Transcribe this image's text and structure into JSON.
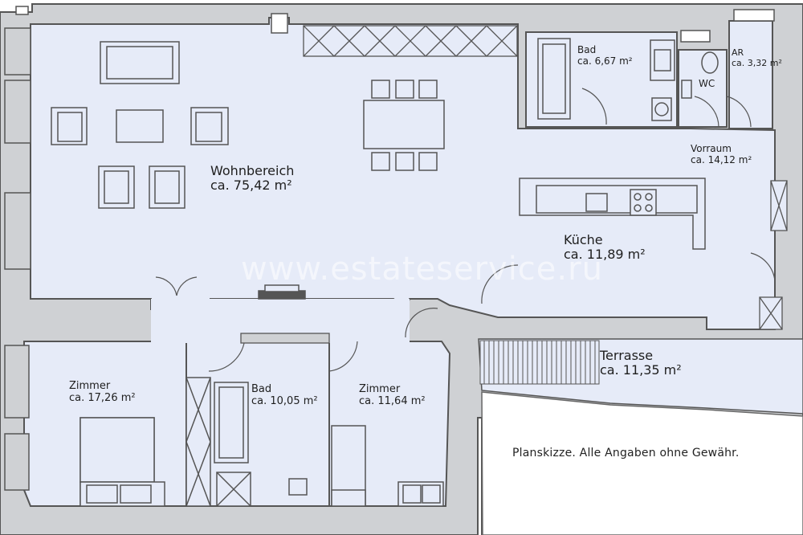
{
  "rooms": [
    {
      "key": "wohnbereich",
      "name": "Wohnbereich",
      "area": "ca. 75,42 m²"
    },
    {
      "key": "kueche",
      "name": "Küche",
      "area": "ca. 11,89 m²"
    },
    {
      "key": "bad_top",
      "name": "Bad",
      "area": "ca. 6,67 m²"
    },
    {
      "key": "wc",
      "name": "WC",
      "area": ""
    },
    {
      "key": "ar",
      "name": "AR",
      "area": "ca. 3,32 m²"
    },
    {
      "key": "vorraum",
      "name": "Vorraum",
      "area": "ca. 14,12 m²"
    },
    {
      "key": "zimmer_left",
      "name": "Zimmer",
      "area": "ca. 17,26 m²"
    },
    {
      "key": "bad_bottom",
      "name": "Bad",
      "area": "ca. 10,05 m²"
    },
    {
      "key": "zimmer_mid",
      "name": "Zimmer",
      "area": "ca. 11,64 m²"
    },
    {
      "key": "terrasse",
      "name": "Terrasse",
      "area": "ca. 11,35 m²"
    }
  ],
  "watermark": "www.estateservice.ru",
  "disclaimer": "Planskizze. Alle Angaben ohne Gewähr.",
  "colors": {
    "floor": "#e6ebf8",
    "wall": "#cfd1d4",
    "wall_stroke": "#555555",
    "background": "#ffffff",
    "text": "#1e1e1e"
  }
}
